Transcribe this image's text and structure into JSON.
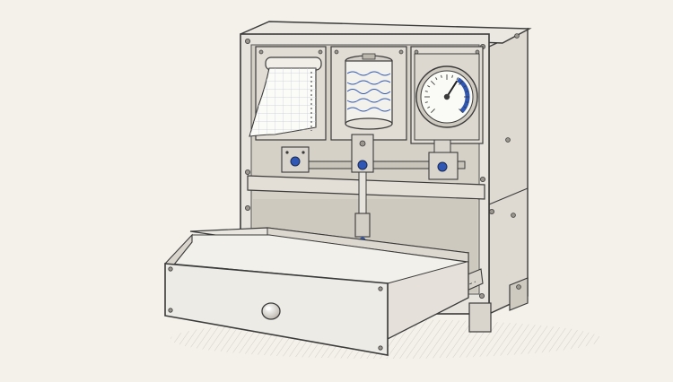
{
  "illustration": {
    "style": "pencil-sketch",
    "subject": "cabinet-mechanism-with-open-drawer"
  },
  "gauge": {
    "level_fraction": 0.62
  },
  "colors": {
    "background": "#f4f1ea",
    "ink": "#3b3b3b",
    "panel": "#e7e4dd",
    "panel_shadow": "#cfcac0",
    "accent_blue": "#2f57b3",
    "paper": "#fbfbf7"
  }
}
